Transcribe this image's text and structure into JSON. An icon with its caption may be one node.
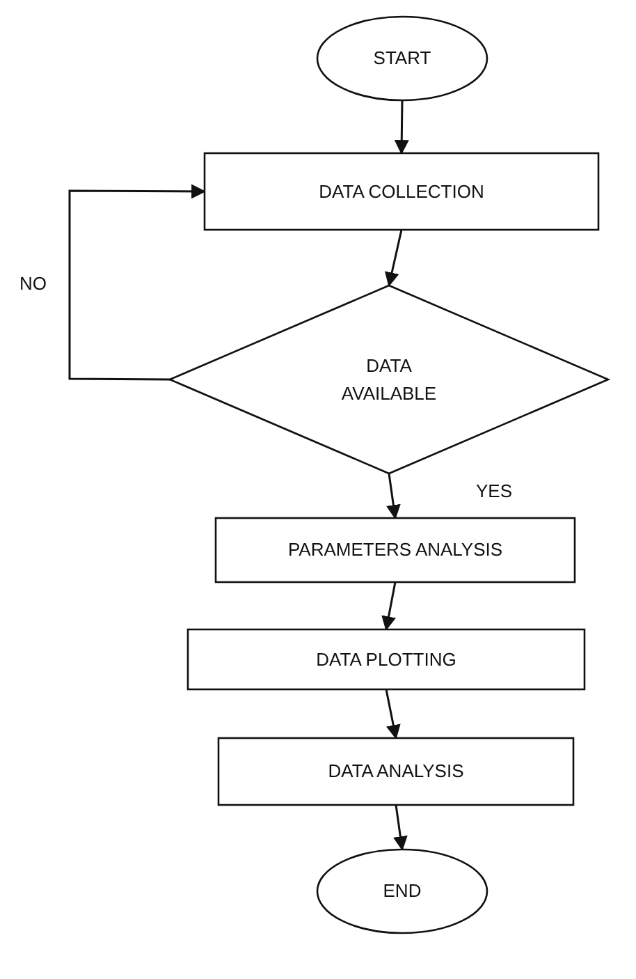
{
  "diagram": {
    "nodes": [
      {
        "text": [
          "START"
        ]
      },
      {
        "text": [
          "DATA COLLECTION"
        ]
      },
      {
        "text": [
          "DATA AVAILABLE"
        ]
      },
      {
        "text": [
          "PARAMETERS ANALYSIS"
        ]
      },
      {
        "text": [
          "DATA PLOTTING"
        ]
      },
      {
        "text": [
          "DATA ANALYSIS"
        ]
      },
      {
        "text": [
          "END"
        ]
      }
    ],
    "edges": [
      {
        "from": 0,
        "to": 1,
        "arrow": "to"
      },
      {
        "from": 1,
        "to": 2,
        "arrow": "to"
      },
      {
        "from": 2,
        "to": 1,
        "label": "NO",
        "arrow": "to"
      },
      {
        "from": 2,
        "to": 3,
        "label": "YES",
        "arrow": "to"
      },
      {
        "from": 3,
        "to": 4,
        "arrow": "to"
      },
      {
        "from": 4,
        "to": 5,
        "arrow": "to"
      },
      {
        "from": 5,
        "to": 6,
        "arrow": "to"
      }
    ]
  }
}
